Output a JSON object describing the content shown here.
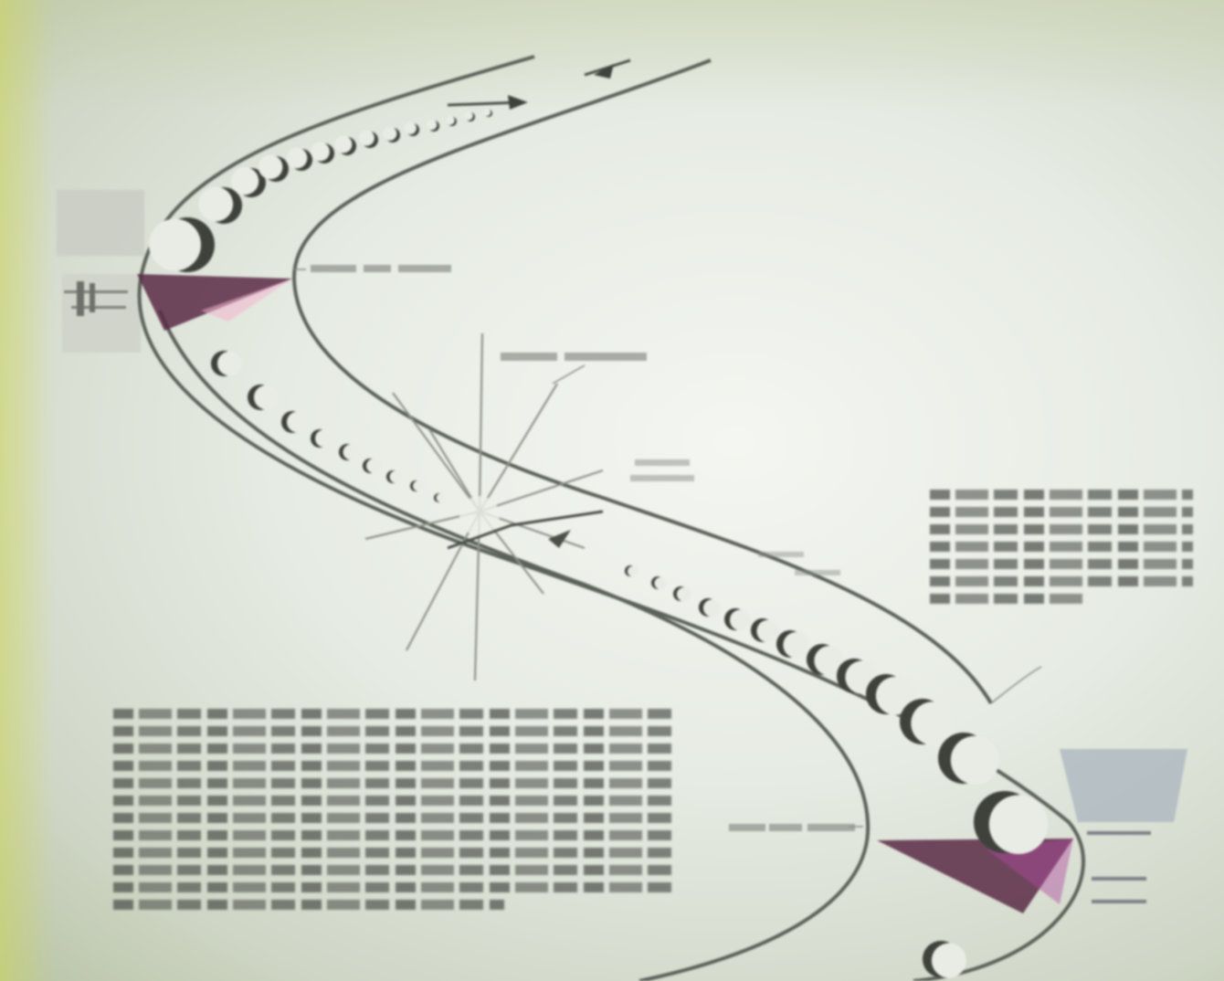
{
  "diagram": {
    "type": "orbital-path-illustration",
    "labels": {
      "upper_callout": "",
      "center_callout": "",
      "center_callout_small": "",
      "lower_callout": "",
      "lower_right_callout": ""
    },
    "colors": {
      "background": "#e9ede6",
      "curve": "#5c625a",
      "shadow_wedge": "#5a2a45",
      "shadow_highlight": "#f2b4d0"
    },
    "moon_count_upper": 14,
    "moon_count_lower": 22
  },
  "text_blocks": {
    "right_callout": "",
    "body": ""
  }
}
